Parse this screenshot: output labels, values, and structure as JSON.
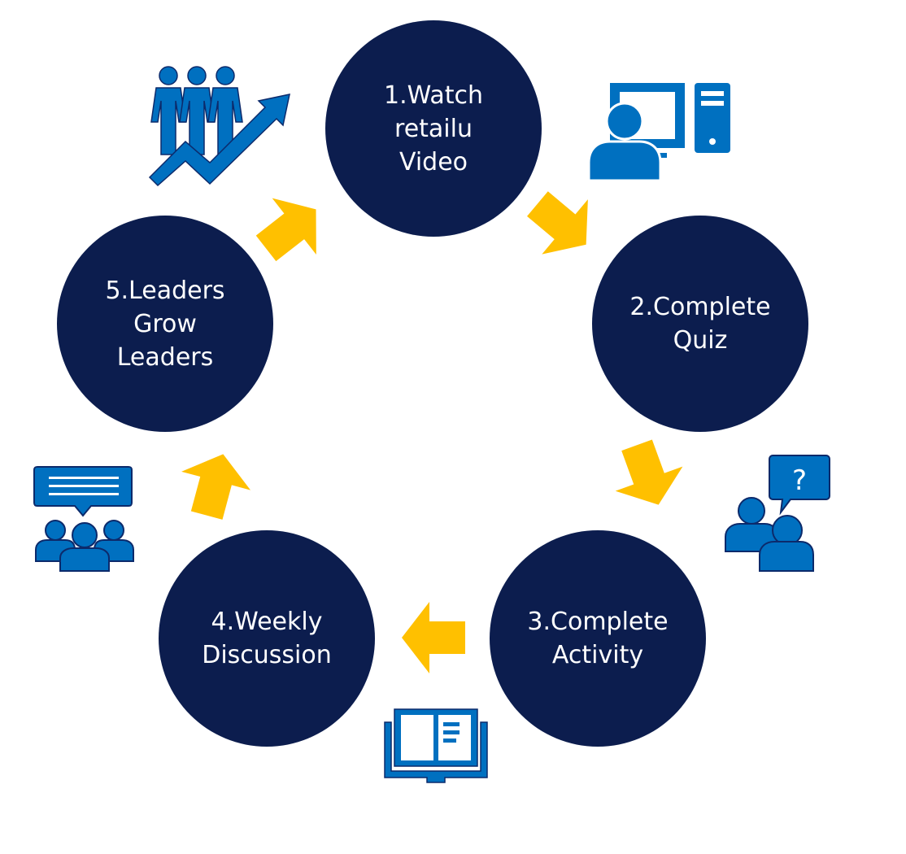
{
  "steps": [
    {
      "lines": [
        "1.Watch",
        "retailu",
        "Video"
      ]
    },
    {
      "lines": [
        "2.Complete",
        "Quiz"
      ]
    },
    {
      "lines": [
        "3.Complete",
        "Activity"
      ]
    },
    {
      "lines": [
        "4.Weekly",
        "Discussion"
      ]
    },
    {
      "lines": [
        "5.Leaders",
        "Grow",
        "Leaders"
      ]
    }
  ],
  "colors": {
    "circle": "#0c1d4e",
    "circle_text": "#ffffff",
    "arrow": "#ffc000",
    "icon": "#0070c0",
    "icon_outline": "#0c2a6b"
  },
  "icons": [
    "computer-user-icon",
    "question-people-icon",
    "open-book-icon",
    "discussion-group-icon",
    "growth-people-icon"
  ]
}
